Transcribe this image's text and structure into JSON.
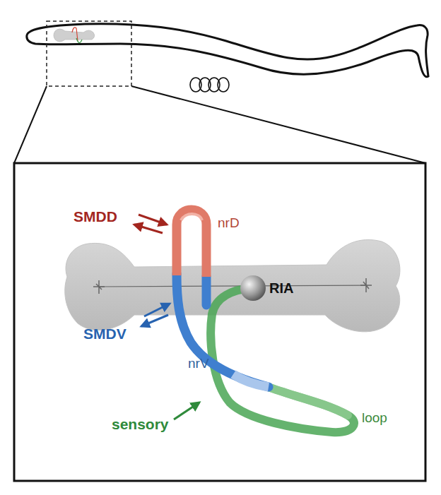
{
  "diagram": {
    "labels": [
      "SMDD",
      "nrD",
      "RIA",
      "SMDV",
      "nrV",
      "sensory",
      "loop"
    ]
  }
}
